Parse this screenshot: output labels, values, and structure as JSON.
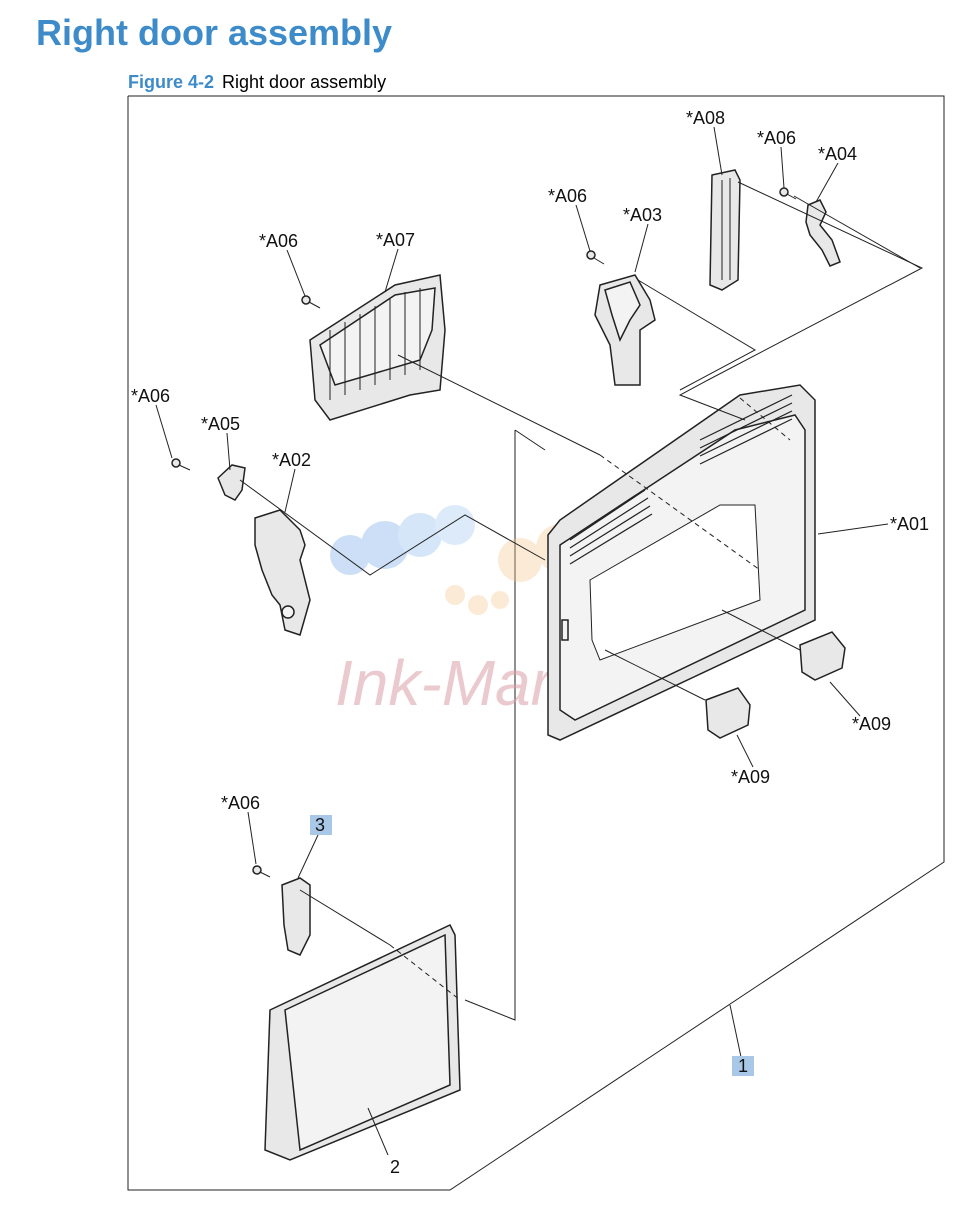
{
  "page_title": "Right door assembly",
  "figure": {
    "number": "Figure 4-2",
    "caption": "Right door assembly"
  },
  "callouts": {
    "a08": "*A08",
    "a06_top_right": "*A06",
    "a04": "*A04",
    "a06_mid": "*A06",
    "a03": "*A03",
    "a06_left": "*A06",
    "a07": "*A07",
    "a06_far_left": "*A06",
    "a05": "*A05",
    "a02": "*A02",
    "a01": "*A01",
    "a09_right": "*A09",
    "a09_center": "*A09",
    "a06_bottom": "*A06",
    "item_3": "3",
    "item_1": "1",
    "item_2": "2"
  },
  "watermark": "Ink-Market",
  "colors": {
    "title_blue": "#3d8cc9",
    "highlight": "#a9c8e8"
  }
}
